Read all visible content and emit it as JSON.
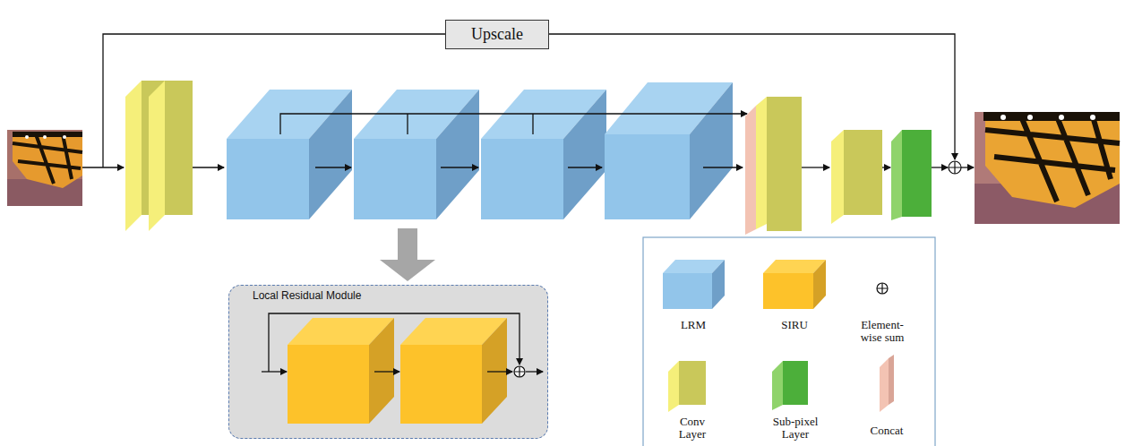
{
  "diagram": {
    "nodes": [
      {
        "text": [
          "Upscale"
        ]
      },
      {
        "text": [
          "Local Residual Module"
        ]
      }
    ],
    "legend": [
      {
        "text": "LRM"
      },
      {
        "text": "SIRU"
      },
      {
        "text": "Element-wise sum"
      },
      {
        "text": "Conv Layer"
      },
      {
        "text": "Sub-pixel Layer"
      },
      {
        "text": "Concat"
      }
    ]
  }
}
